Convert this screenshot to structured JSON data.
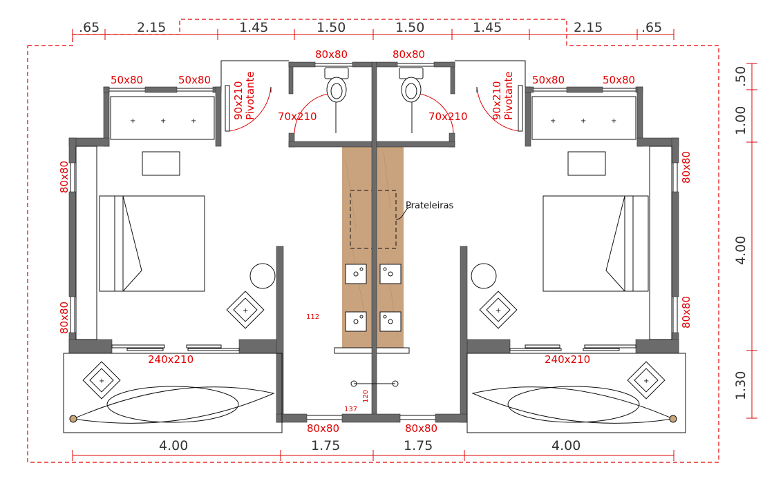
{
  "colors": {
    "dimension": "#e00000",
    "wall": "#6b6b6b",
    "wood": "#c9a27e",
    "line": "#111111",
    "lamp": "#c8a47a"
  },
  "dimensions": {
    "top": [
      ".65",
      "2.15",
      "1.45",
      "1.50",
      "1.50",
      "1.45",
      "2.15",
      ".65"
    ],
    "bottom": [
      "4.00",
      "1.75",
      "1.75",
      "4.00"
    ],
    "right": [
      ".50",
      "1.00",
      "4.00",
      "1.30"
    ]
  },
  "openings": {
    "window_wc_left": "80x80",
    "window_wc_right": "80x80",
    "window_closet_left_a": "50x80",
    "window_closet_left_b": "50x80",
    "window_closet_right_a": "50x80",
    "window_closet_right_b": "50x80",
    "door_pivot_left": "90x210",
    "door_pivot_right": "90x210",
    "pivot_word_left": "Pivotante",
    "pivot_word_right": "Pivotante",
    "door_wc_left": "70x210",
    "door_wc_right": "70x210",
    "window_side_left_top": "80x80",
    "window_side_left_bottom": "80x80",
    "window_side_right_top": "80x80",
    "window_side_right_bottom": "80x80",
    "slider_left": "240x210",
    "slider_right": "240x210",
    "window_bottom_left": "80x80",
    "window_bottom_right": "80x80"
  },
  "labels": {
    "shelves": "Prateleiras",
    "counter_height": "112",
    "level_a": "120",
    "level_b": "137"
  }
}
